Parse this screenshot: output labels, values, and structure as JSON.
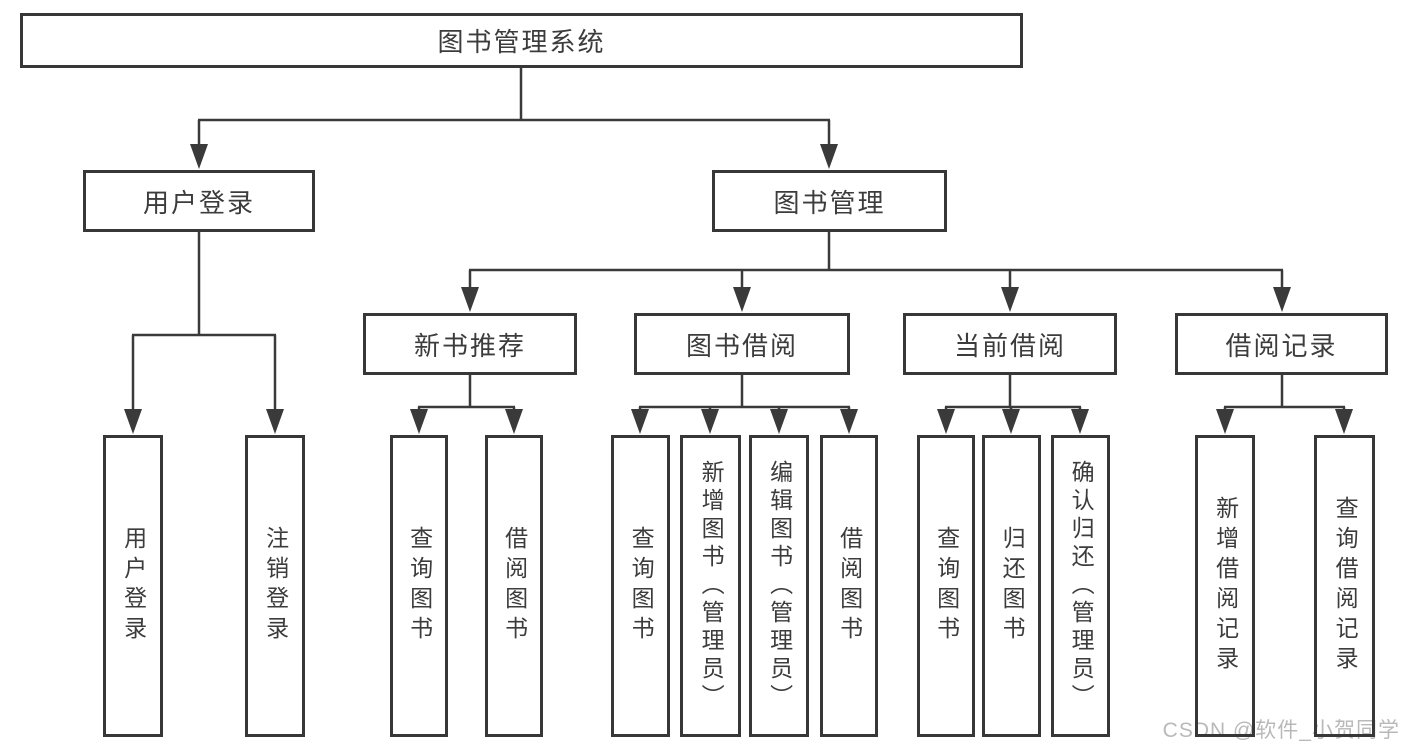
{
  "diagram_type": "hierarchy-tree",
  "colors": {
    "line": "#3a3a3a",
    "border": "#373737",
    "text": "#3c3c3c",
    "watermark": "#b9b9b9",
    "background": "#ffffff"
  },
  "nodes": {
    "root": "图书管理系统",
    "user_login": "用户登录",
    "book_mgmt": "图书管理",
    "leaf_user_login": "用户登录",
    "leaf_logout": "注销登录",
    "new_book_rec": "新书推荐",
    "book_borrow": "图书借阅",
    "current_borrow": "当前借阅",
    "borrow_record": "借阅记录",
    "nbr_query": "查询图书",
    "nbr_borrow": "借阅图书",
    "bb_query": "查询图书",
    "bb_add": "新增图书（管理员）",
    "bb_edit": "编辑图书（管理员）",
    "bb_borrow": "借阅图书",
    "cb_query": "查询图书",
    "cb_return": "归还图书",
    "cb_confirm": "确认归还（管理员）",
    "br_add": "新增借阅记录",
    "br_query": "查询借阅记录"
  },
  "tree": {
    "图书管理系统": {
      "用户登录": [
        "用户登录",
        "注销登录"
      ],
      "图书管理": {
        "新书推荐": [
          "查询图书",
          "借阅图书"
        ],
        "图书借阅": [
          "查询图书",
          "新增图书（管理员）",
          "编辑图书（管理员）",
          "借阅图书"
        ],
        "当前借阅": [
          "查询图书",
          "归还图书",
          "确认归还（管理员）"
        ],
        "借阅记录": [
          "新增借阅记录",
          "查询借阅记录"
        ]
      }
    }
  },
  "watermark": "CSDN @软件_小贺同学"
}
